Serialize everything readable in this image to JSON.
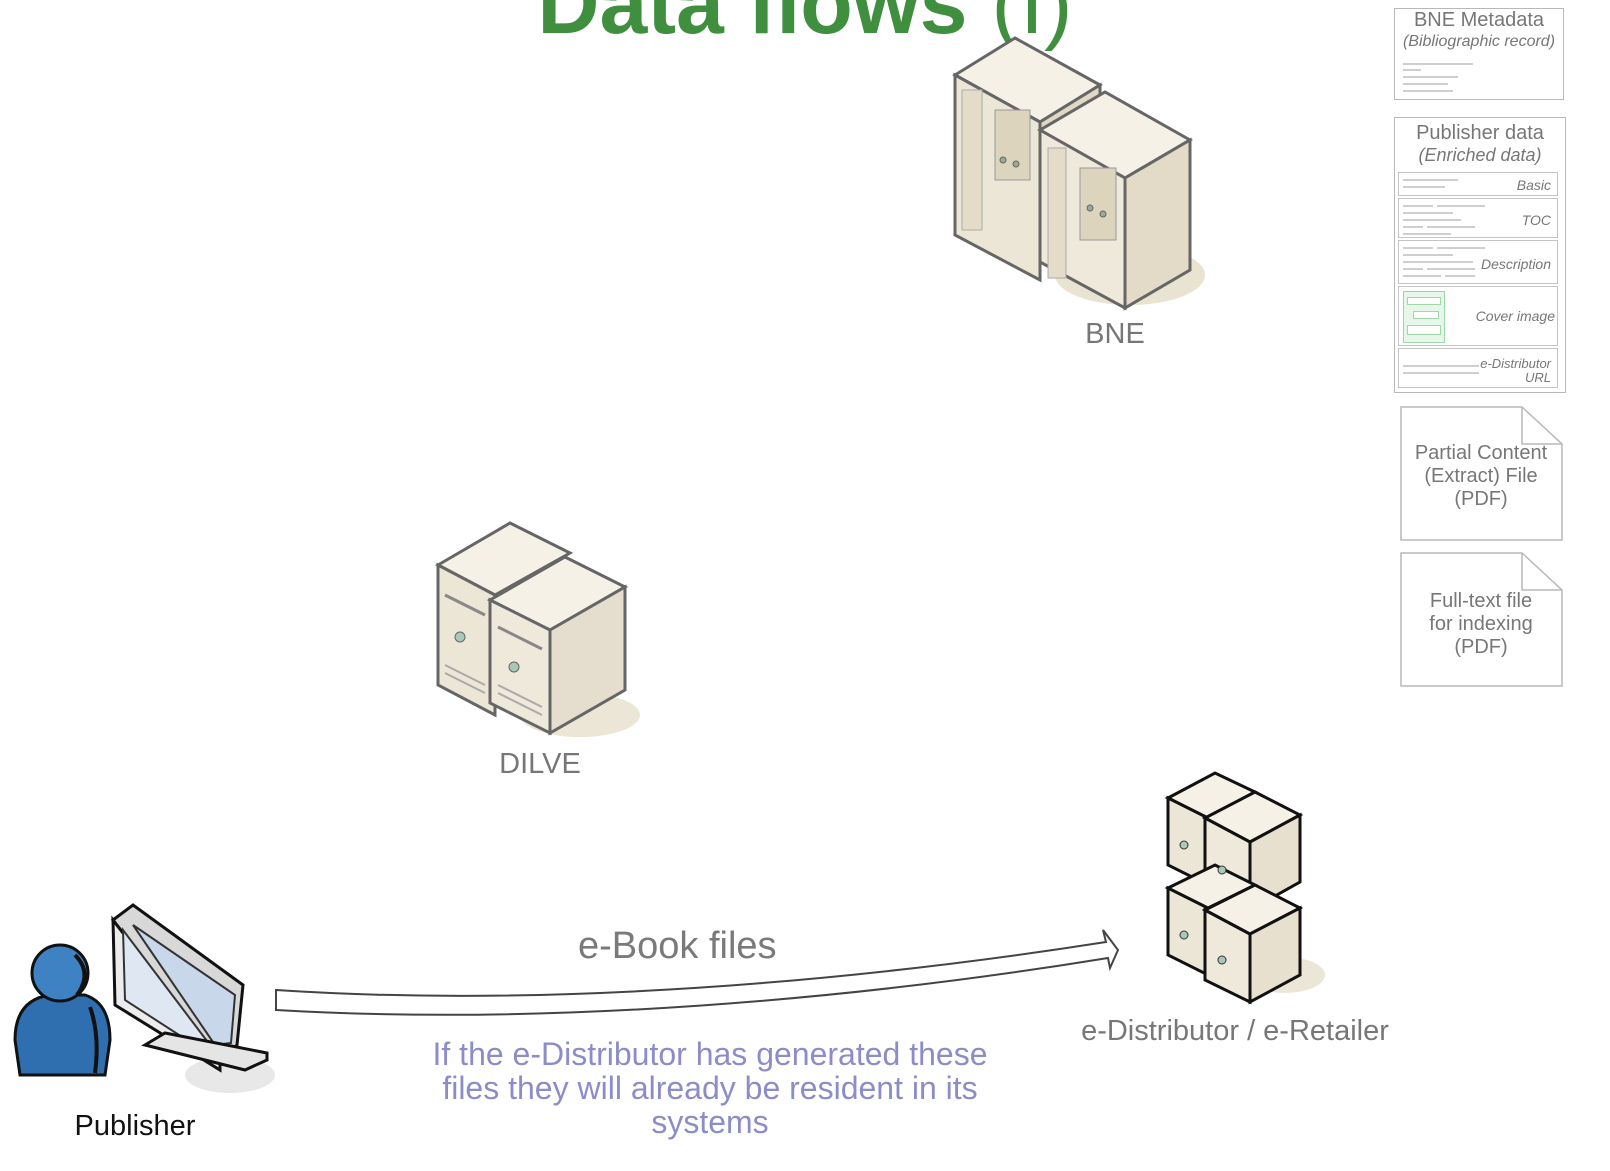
{
  "title": {
    "main": "Data flows",
    "suffix": " (I)"
  },
  "nodes": {
    "bne": "BNE",
    "dilve": "DILVE",
    "distributor": "e-Distributor / e-Retailer",
    "publisher": "Publisher"
  },
  "arrow": {
    "label": "e-Book files",
    "note": "If the e-Distributor has generated these files they will already be resident in its systems"
  },
  "legend": {
    "bne_metadata": {
      "title": "BNE Metadata",
      "subtitle": "(Bibliographic record)"
    },
    "publisher_data": {
      "title": "Publisher data",
      "subtitle": "(Enriched data)",
      "rows": [
        "Basic",
        "TOC",
        "Description",
        "Cover image",
        "e-Distributor URL"
      ]
    },
    "partial_content": "Partial Content (Extract) File (PDF)",
    "full_text": "Full-text file for indexing (PDF)"
  },
  "colors": {
    "title": "#3f8f3f",
    "note": "#8c8cc8",
    "label": "#777777",
    "server_body": "#efe9dc",
    "person": "#2f6fb0"
  }
}
